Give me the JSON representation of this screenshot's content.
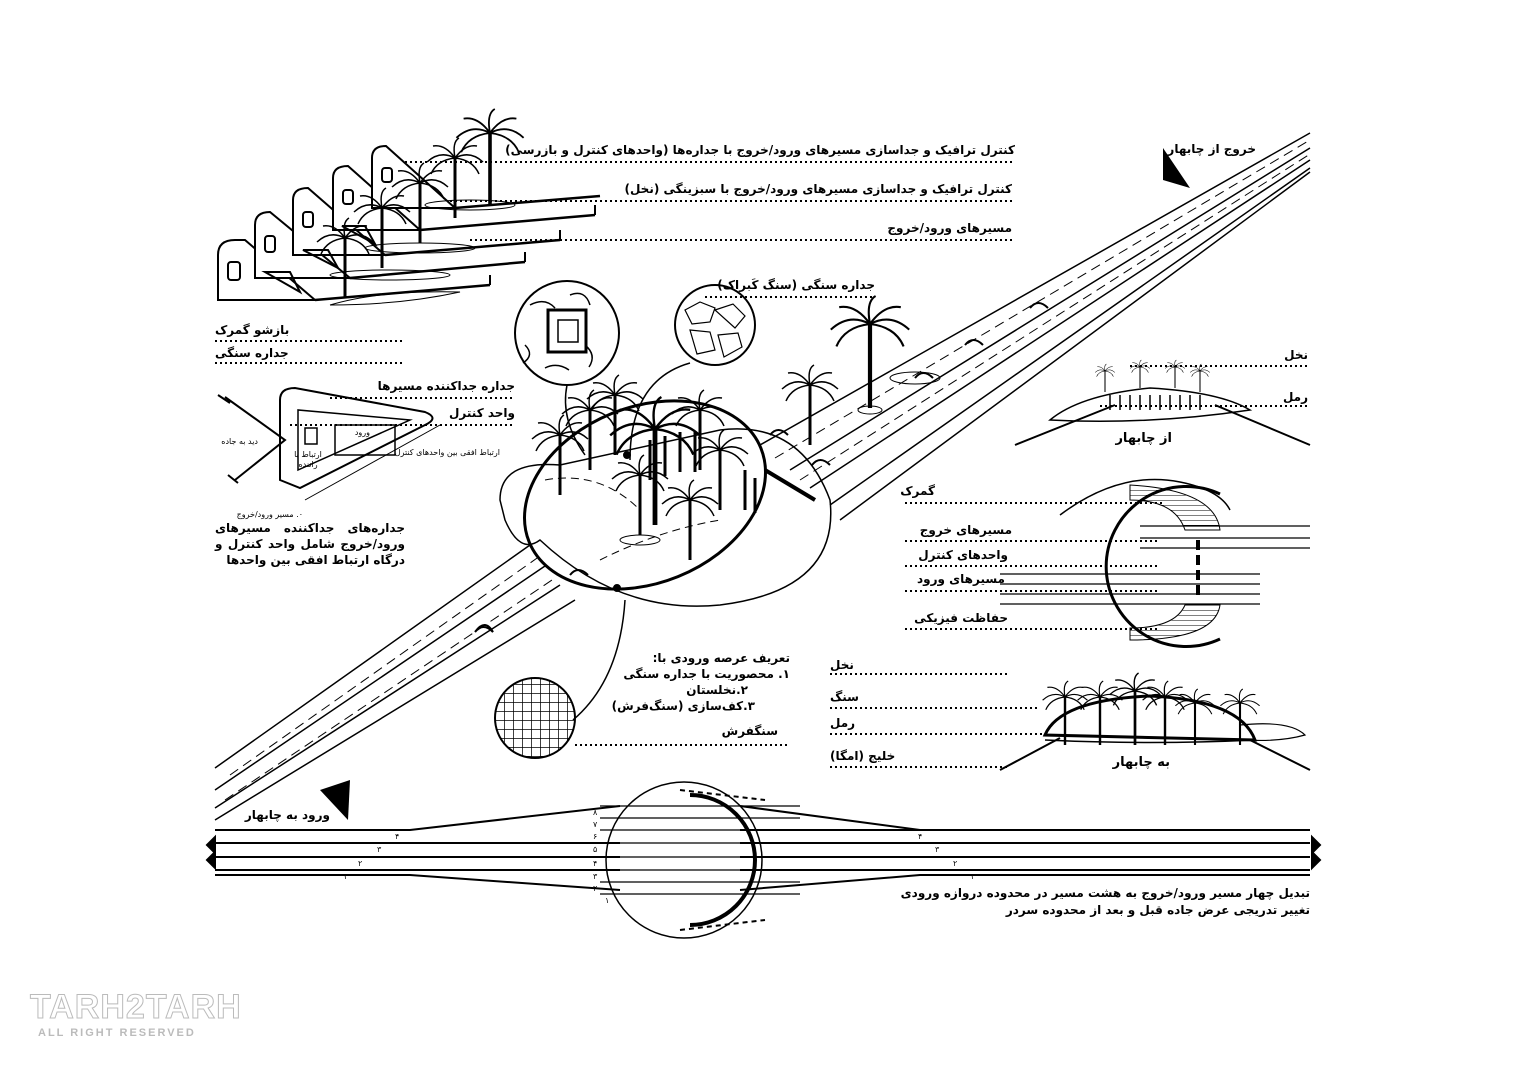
{
  "top_labels": {
    "walls": "کنترل ترافیک و جداسازی مسیرهای ورود/خروج با جداره‌ها (واحدهای کنترل و بازرسی)",
    "palms": "کنترل ترافیک و جداسازی مسیرهای ورود/خروج با سبزینگی (نخل)",
    "lanes": "مسیرهای ورود/خروج",
    "exit": "خروج از چابهار",
    "stone_wall": "جداره سنگی (سنگ کَبراک)"
  },
  "unit_detail": {
    "customs_opening": "بازشو گمرک",
    "stone_wall": "جداره سنگی",
    "separating_wall": "جداره جداکننده مسیرها",
    "control_unit": "واحد کنترل",
    "road_view": "دید به جاده",
    "entry": "ورود",
    "driver_link": "ارتباط با راننده",
    "horizontal_link": "ارتباط افقی بین واحدهای کنترل",
    "lane": "۰. مسیر ورود/خروج",
    "description": "جداره‌های جداکننده مسیرهای ورود/خروج شامل واحد کنترل و درگاه ارتباط افقی بین واحدها"
  },
  "section_from": {
    "palm": "نخل",
    "sand": "رمل",
    "title": "از چابهار"
  },
  "plan_right": {
    "customs": "گمرک",
    "exit_lanes": "مسیرهای خروج",
    "control_units": "واحدهای کنترل",
    "entry_lanes": "مسیرهای ورود",
    "protection": "حفاظت فیزیکی"
  },
  "section_to": {
    "palm": "نخل",
    "stone": "سنگ",
    "sand": "رمل",
    "gulf": "خلیج (امگا)",
    "title": "به چابهار"
  },
  "center_notes": {
    "title": "تعریف عرصه ورودی با:",
    "items": [
      "۱. محصوریت با جداره سنگی",
      "۲.نخلستان",
      "۳.کف‌سازی (سنگ‌فرش)"
    ],
    "paving": "سنگفرش"
  },
  "entry": "ورود به چابهار",
  "lane_numbers": {
    "left": [
      "۴",
      "۳",
      "۲",
      "۱"
    ],
    "circle": [
      "۸",
      "۷",
      "۶",
      "۵",
      "۴",
      "۳",
      "۲",
      "۱"
    ],
    "right": [
      "۴",
      "۳",
      "۲",
      "۱"
    ]
  },
  "bottom_note": [
    "تبدیل چهار مسیر ورود/خروج به هشت مسیر در محدوده دروازه ورودی",
    "تغییر تدریجی عرض جاده قبل و بعد از محدوده سردر"
  ],
  "watermark": {
    "brand": "TARH2TARH",
    "rights": "ALL RIGHT RESERVED"
  }
}
